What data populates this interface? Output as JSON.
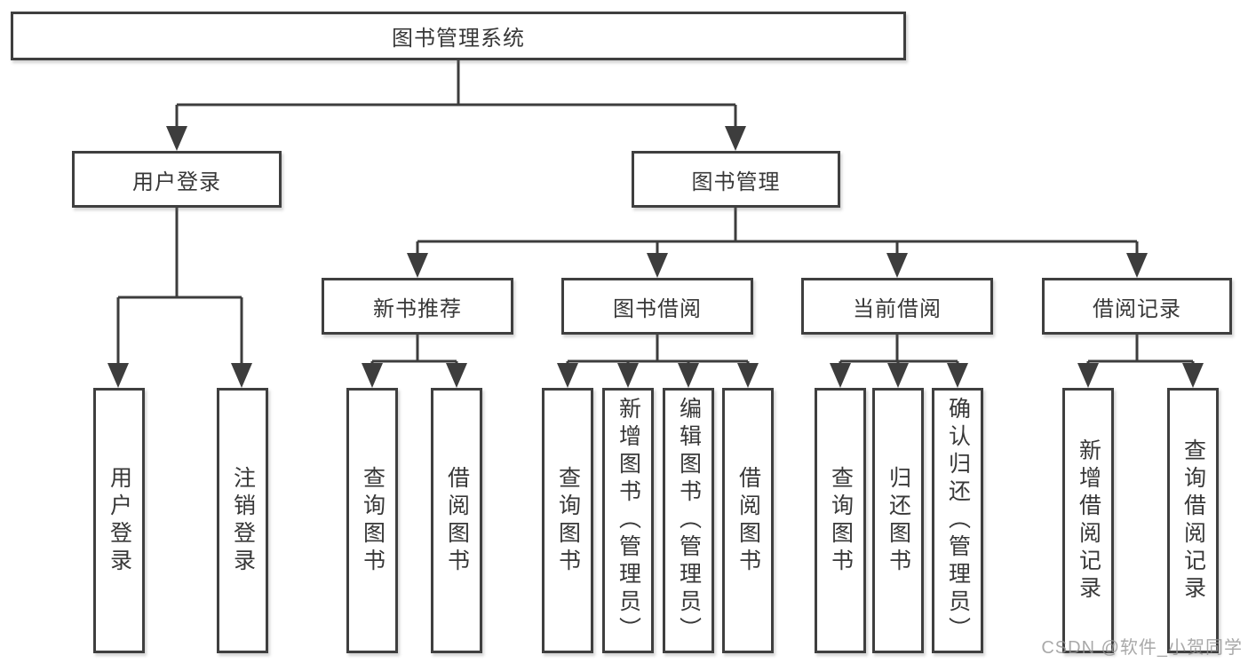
{
  "diagram": {
    "root": "图书管理系统",
    "level2": {
      "user_login": "用户登录",
      "book_mgmt": "图书管理"
    },
    "level3": {
      "new_books": "新书推荐",
      "book_borrow": "图书借阅",
      "current_borrow": "当前借阅",
      "borrow_records": "借阅记录"
    },
    "leaves": {
      "user_login": [
        "用户登录",
        "注销登录"
      ],
      "new_books": [
        "查询图书",
        "借阅图书"
      ],
      "book_borrow": [
        "查询图书",
        "新增图书（管理员）",
        "编辑图书（管理员）",
        "借阅图书"
      ],
      "current_borrow": [
        "查询图书",
        "归还图书",
        "确认归还（管理员）"
      ],
      "borrow_records": [
        "新增借阅记录",
        "查询借阅记录"
      ]
    },
    "watermark": "CSDN @软件_小贺同学",
    "colors": {
      "line": "#3d3d3d",
      "text": "#383838",
      "box_background": "#ffffff",
      "watermark": "#949494",
      "background": "#ffffff"
    }
  }
}
